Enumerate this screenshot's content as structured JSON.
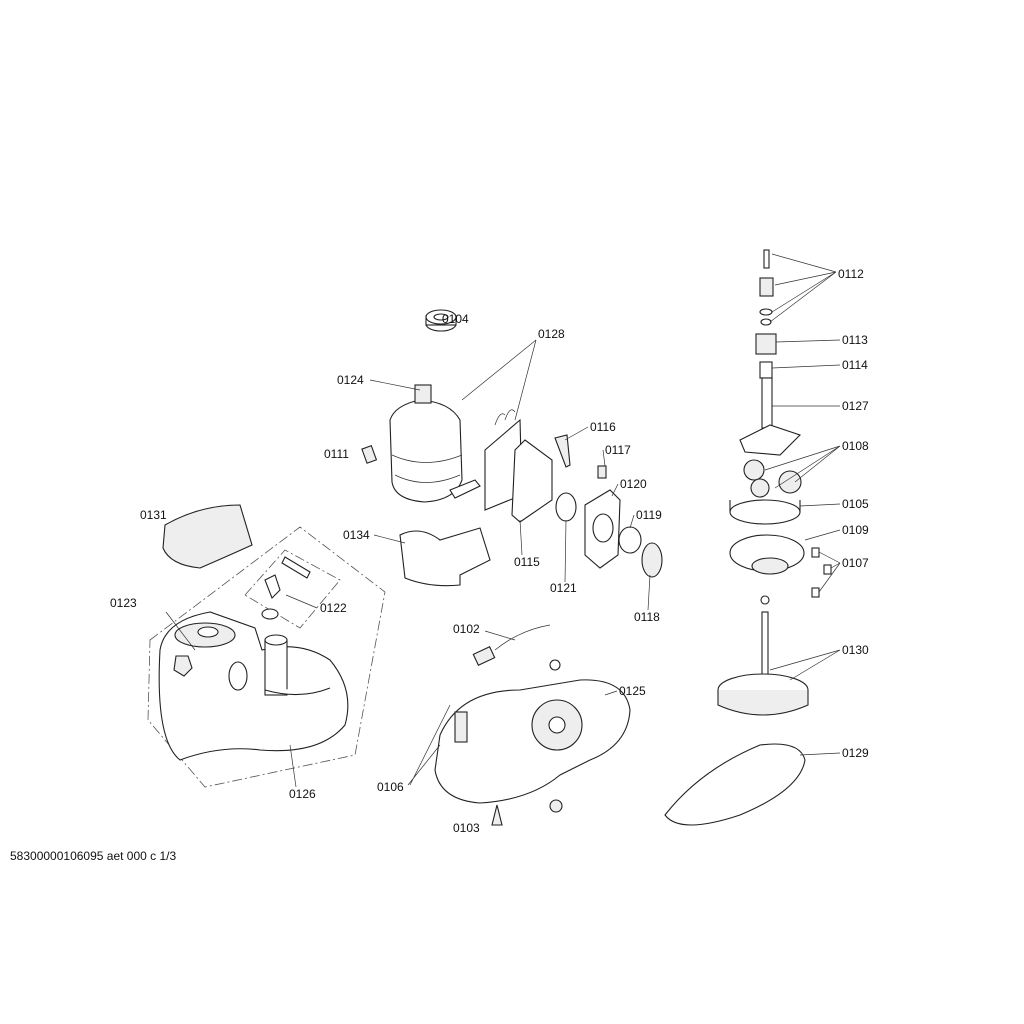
{
  "footer": "58300000106095 aet 000 c 1/3",
  "labels": {
    "p0104": "0104",
    "p0128": "0128",
    "p0124": "0124",
    "p0111": "0111",
    "p0116": "0116",
    "p0117": "0117",
    "p0120": "0120",
    "p0119": "0119",
    "p0134": "0134",
    "p0115": "0115",
    "p0121": "0121",
    "p0118": "0118",
    "p0131": "0131",
    "p0123": "0123",
    "p0122": "0122",
    "p0126": "0126",
    "p0102": "0102",
    "p0125": "0125",
    "p0106": "0106",
    "p0103": "0103",
    "p0112": "0112",
    "p0113": "0113",
    "p0114": "0114",
    "p0127": "0127",
    "p0108": "0108",
    "p0105": "0105",
    "p0109": "0109",
    "p0107": "0107",
    "p0130": "0130",
    "p0129": "0129"
  }
}
